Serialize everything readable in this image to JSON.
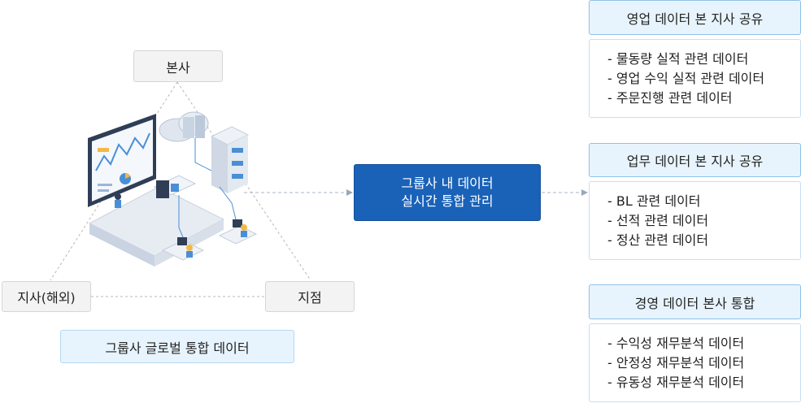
{
  "diagram": {
    "left": {
      "hq": "본사",
      "overseas": "지사(해외)",
      "branch": "지점",
      "caption": "그룹사 글로벌 통합 데이터"
    },
    "center": {
      "line1": "그룹사 내 데이터",
      "line2": "실시간 통합 관리"
    },
    "cards": [
      {
        "title": "영업 데이터 본 지사 공유",
        "items": [
          "- 물동량 실적 관련 데이터",
          "- 영업 수익 실적 관련 데이터",
          "- 주문진행 관련 데이터"
        ]
      },
      {
        "title": "업무 데이터 본 지사 공유",
        "items": [
          "- BL 관련 데이터",
          "- 선적 관련 데이터",
          "- 정산 관련 데이터"
        ]
      },
      {
        "title": "경영 데이터 본사 통합",
        "items": [
          "- 수익성 재무분석 데이터",
          "- 안정성 재무분석 데이터",
          "- 유동성 재무분석 데이터"
        ]
      }
    ],
    "colors": {
      "accent": "#1a62b8",
      "header_bg": "#e8f4fd",
      "header_border": "#8fc1e8"
    }
  }
}
